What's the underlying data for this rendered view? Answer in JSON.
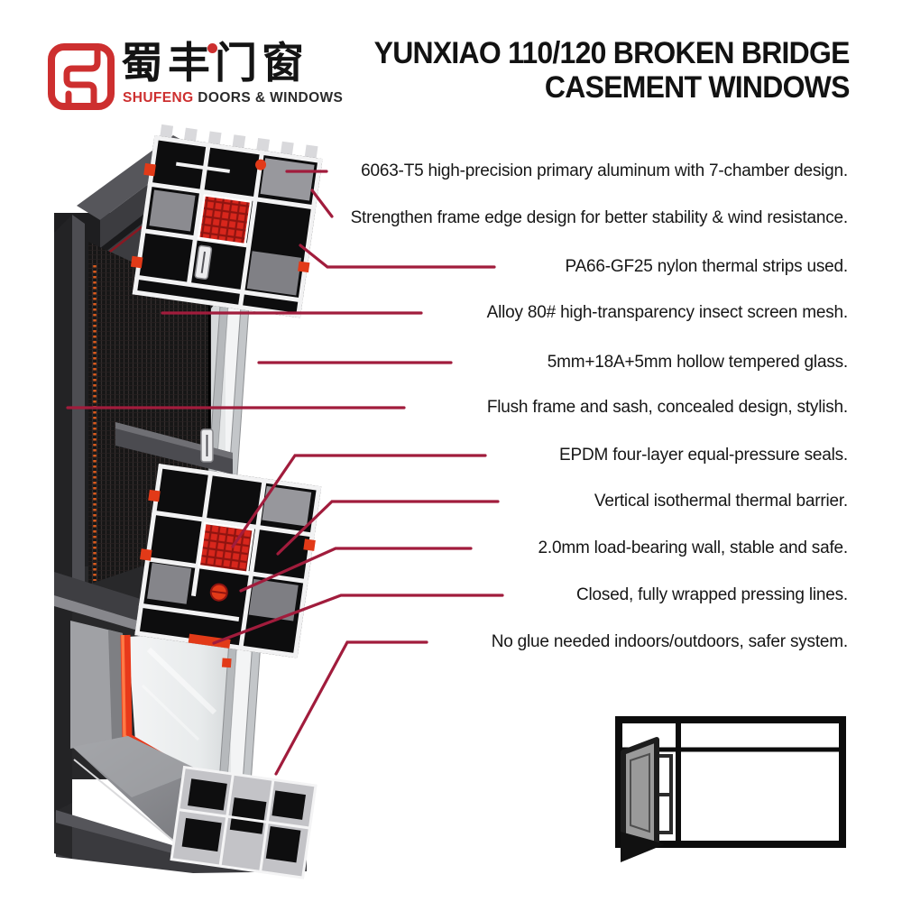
{
  "brand": {
    "mark": "shufeng-monogram",
    "chinese_name": "蜀丰门窗",
    "english_primary": "SHUFENG",
    "english_secondary": " DOORS & WINDOWS",
    "logo_red": "#cd2f2f"
  },
  "title": {
    "line1": "YUNXIAO 110/120 BROKEN BRIDGE",
    "line2": "CASEMENT WINDOWS"
  },
  "features": [
    {
      "text": "6063-T5 high-precision primary aluminum with 7-chamber design."
    },
    {
      "text": "Strengthen frame edge design for better stability & wind resistance."
    },
    {
      "text": "PA66-GF25 nylon thermal strips used."
    },
    {
      "text": "Alloy 80# high-transparency insect screen mesh."
    },
    {
      "text": "5mm+18A+5mm hollow tempered glass."
    },
    {
      "text": "Flush frame and sash, concealed design, stylish."
    },
    {
      "text": "EPDM four-layer equal-pressure seals."
    },
    {
      "text": "Vertical isothermal thermal barrier."
    },
    {
      "text": "2.0mm load-bearing wall, stable and safe."
    },
    {
      "text": "Closed, fully wrapped pressing lines."
    },
    {
      "text": "No glue needed indoors/outdoors, safer system."
    }
  ],
  "colors": {
    "leader_line": "#a11c3c",
    "seal_red": "#e8391b",
    "nylon_red": "#d8261c",
    "logo_red": "#cd2f2f",
    "text": "#161616",
    "frame_dark": "#3c3c40"
  },
  "diagram": {
    "kind": "broken-bridge casement window corner cross-section",
    "schematic": "elevation: left casement sash open, top transom, right fixed panel"
  }
}
